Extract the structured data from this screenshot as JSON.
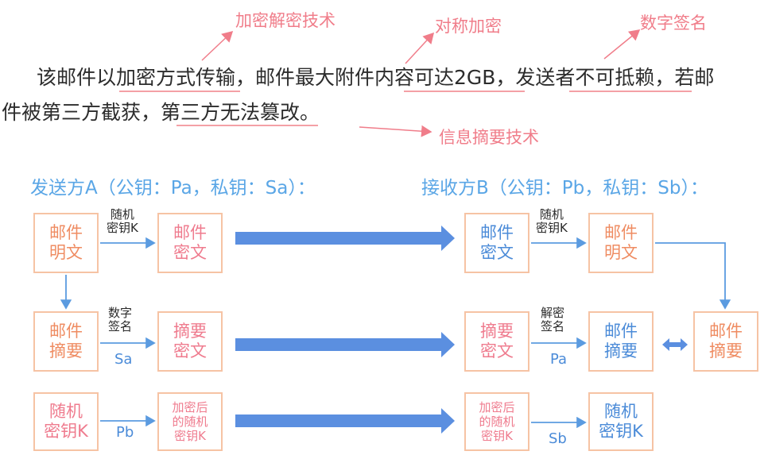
{
  "paragraph": {
    "line1": "该邮件以加密方式传输，邮件最大附件内容可达2GB，发送者不可抵赖，若邮",
    "line2": "件被第三方截获，第三方无法篡改。"
  },
  "notes": {
    "encryption_tech": "加密解密技术",
    "symmetric": "对称加密",
    "signature": "数字签名",
    "digest_tech": "信息摘要技术"
  },
  "headers": {
    "sender": "发送方A（公钥：Pa，私钥：Sa）：",
    "receiver": "接收方B（公钥：Pb，私钥：Sb）："
  },
  "sender": {
    "plain_l1": "邮件",
    "plain_l2": "明文",
    "cipher_l1": "邮件",
    "cipher_l2": "密文",
    "digest_l1": "邮件",
    "digest_l2": "摘要",
    "dcipher_l1": "摘要",
    "dcipher_l2": "密文",
    "key_l1": "随机",
    "key_l2": "密钥K",
    "ekey_l1": "加密后",
    "ekey_l2": "的随机",
    "ekey_l3": "密钥K",
    "arrow1_l1": "随机",
    "arrow1_l2": "密钥K",
    "arrow2_l1": "数字",
    "arrow2_l2": "签名",
    "arrow2_key": "Sa",
    "arrow3_key": "Pb"
  },
  "receiver": {
    "cipher_l1": "邮件",
    "cipher_l2": "密文",
    "plain_l1": "邮件",
    "plain_l2": "明文",
    "dcipher_l1": "摘要",
    "dcipher_l2": "密文",
    "digest_l1": "邮件",
    "digest_l2": "摘要",
    "digest2_l1": "邮件",
    "digest2_l2": "摘要",
    "ekey_l1": "加密后",
    "ekey_l2": "的随机",
    "ekey_l3": "密钥K",
    "key_l1": "随机",
    "key_l2": "密钥K",
    "arrow1_l1": "随机",
    "arrow1_l2": "密钥K",
    "arrow2_l1": "解密",
    "arrow2_l2": "签名",
    "arrow2_key": "Pa",
    "arrow3_key": "Sb"
  },
  "colors": {
    "note": "#f07d8a",
    "header": "#5aa6e6",
    "box_border": "#f6c3a4",
    "big_arrow": "#5b8fe0",
    "thin_arrow": "#5b9be0"
  }
}
